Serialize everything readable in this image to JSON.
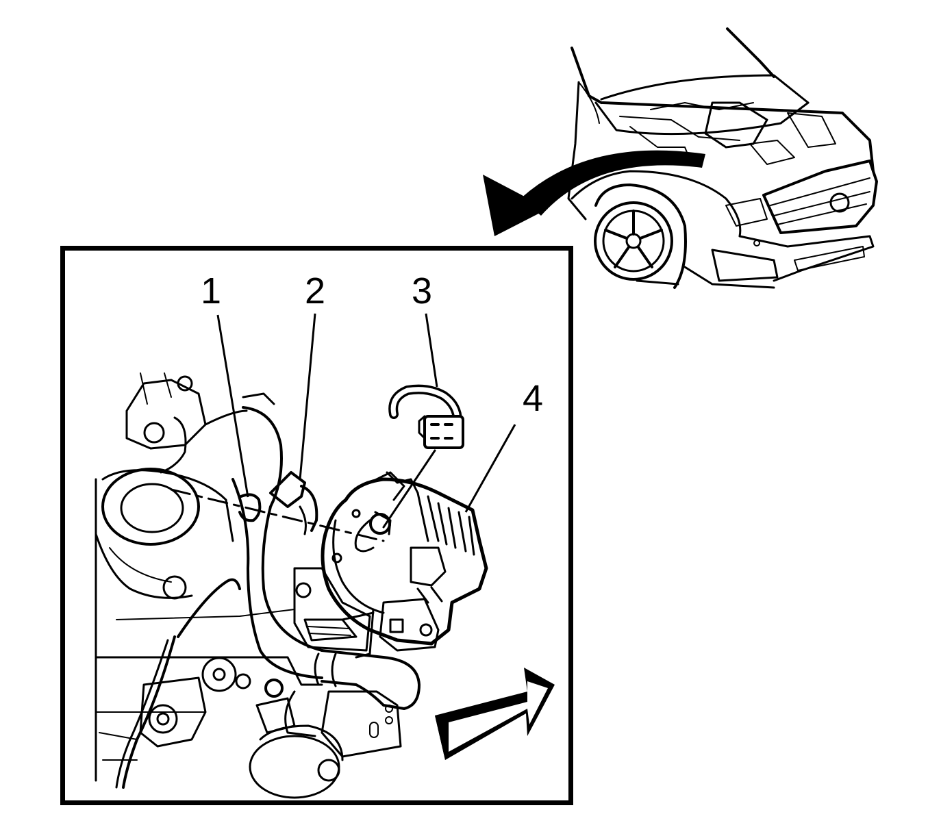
{
  "colors": {
    "ink": "#000000",
    "paper": "#ffffff"
  },
  "callouts": [
    {
      "id": "1",
      "label": "1"
    },
    {
      "id": "2",
      "label": "2"
    },
    {
      "id": "3",
      "label": "3"
    },
    {
      "id": "4",
      "label": "4"
    }
  ],
  "icons": {
    "vehicle": "vehicle-front-view-icon",
    "location_arrow": "curved-arrow-icon",
    "direction_arrow": "forward-direction-arrow-icon"
  }
}
